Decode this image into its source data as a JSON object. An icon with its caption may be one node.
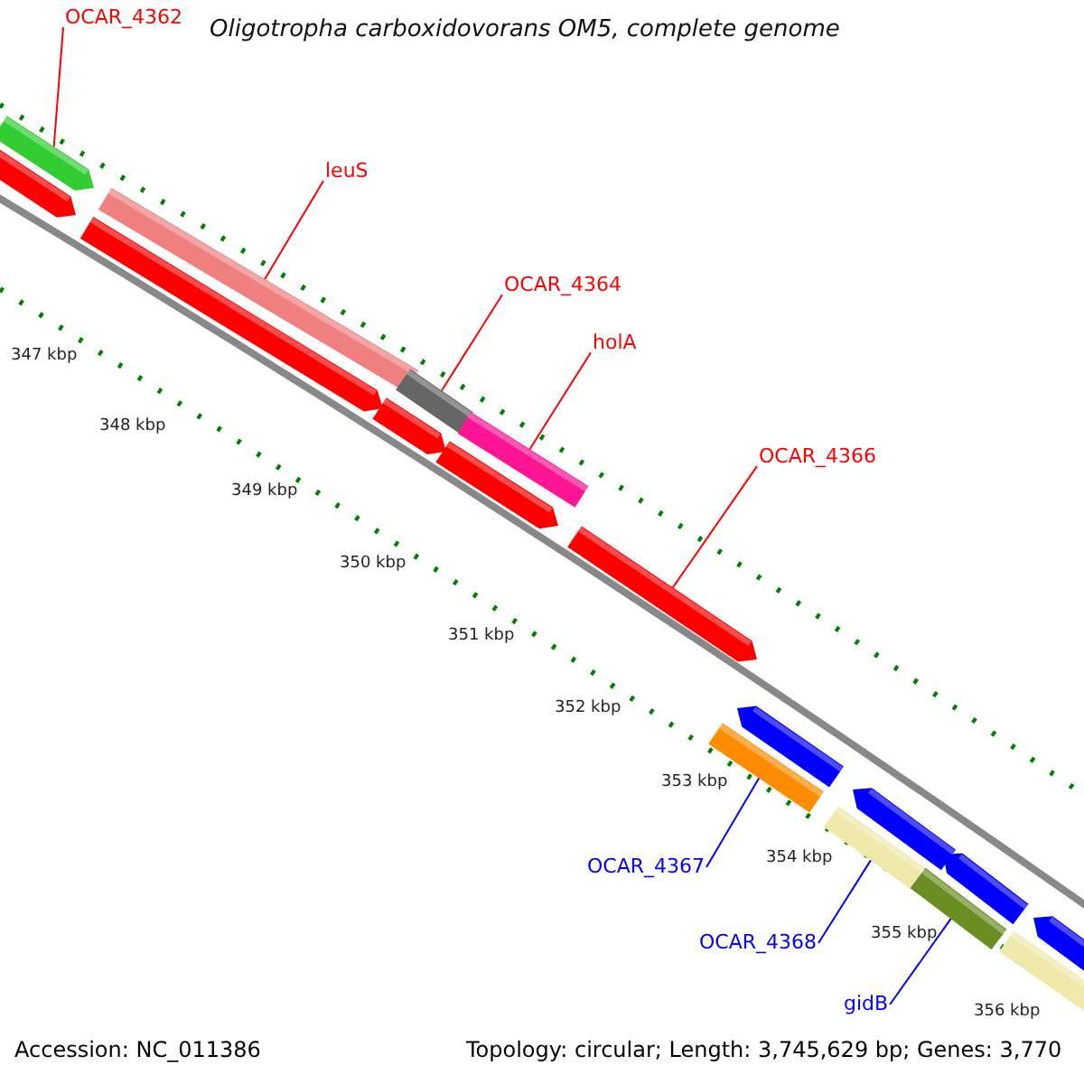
{
  "diagram": {
    "title": "Oligotropha carboxidovorans OM5, complete genome",
    "nodes": [
      {
        "text": [
          "OCAR_4362"
        ]
      },
      {
        "text": [
          "leuS"
        ]
      },
      {
        "text": [
          "OCAR_4364"
        ]
      },
      {
        "text": [
          "holA"
        ]
      },
      {
        "text": [
          "OCAR_4366"
        ]
      },
      {
        "text": [
          "OCAR_4367"
        ]
      },
      {
        "text": [
          "OCAR_4368"
        ]
      },
      {
        "text": [
          "gidB"
        ]
      },
      {
        "text": [],
        "shape": "bar"
      },
      {
        "text": [],
        "shape": "bar"
      },
      {
        "text": [],
        "shape": "bar"
      },
      {
        "text": [],
        "shape": "bar"
      },
      {
        "text": [],
        "shape": "bar"
      },
      {
        "text": [],
        "shape": "bar"
      },
      {
        "text": [],
        "shape": "bar"
      },
      {
        "text": [],
        "shape": "bar"
      },
      {
        "text": [],
        "shape": "bar"
      },
      {
        "text": [],
        "shape": "bar"
      },
      {
        "text": [],
        "shape": "bar"
      },
      {
        "text": [],
        "shape": "bar"
      },
      {
        "text": [],
        "shape": "bar"
      },
      {
        "text": [],
        "shape": "bar"
      },
      {
        "text": [],
        "shape": "bar"
      },
      {
        "text": [],
        "shape": "bar"
      },
      {
        "text": [],
        "shape": "bar"
      }
    ],
    "edges": [
      {
        "from": 0,
        "to": 8,
        "arrow": "none"
      },
      {
        "from": 1,
        "to": 11,
        "arrow": "none"
      },
      {
        "from": 2,
        "to": 13,
        "arrow": "none"
      },
      {
        "from": 3,
        "to": 15,
        "arrow": "none"
      },
      {
        "from": 4,
        "to": 16,
        "arrow": "none"
      },
      {
        "from": 5,
        "to": 17,
        "arrow": "none",
        "color": "#0000ff"
      },
      {
        "from": 6,
        "to": 19,
        "arrow": "none",
        "color": "#0000ff"
      },
      {
        "from": 7,
        "to": 21,
        "arrow": "none",
        "color": "#0000ff"
      }
    ],
    "labels": [
      "347 kbp",
      "348 kbp",
      "349 kbp",
      "350 kbp",
      "351 kbp",
      "352 kbp",
      "353 kbp",
      "354 kbp",
      "355 kbp",
      "356 kbp",
      "Accession: NC_011386",
      "Topology: circular; Length: 3,745,629 bp; Genes: 3,770"
    ]
  }
}
